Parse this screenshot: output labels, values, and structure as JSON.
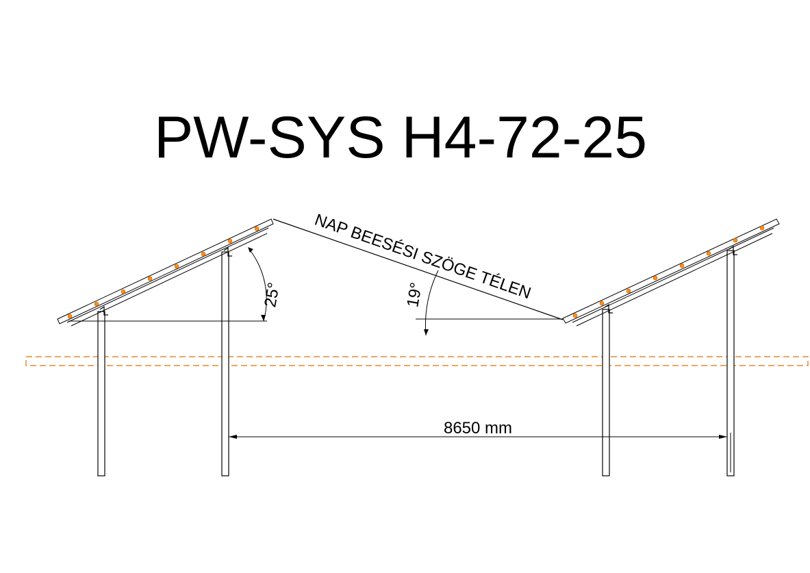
{
  "title": "PW-SYS H4-72-25",
  "sun_angle_label": "NAP BEESÉSI SZÖGE TÉLEN",
  "panel_tilt_label": "25°",
  "sun_angle_value": "19°",
  "span_dimension_label": "8650 mm",
  "colors": {
    "line": "#000000",
    "clamp": "#ff8c1a",
    "ground_line": "#e07000"
  }
}
